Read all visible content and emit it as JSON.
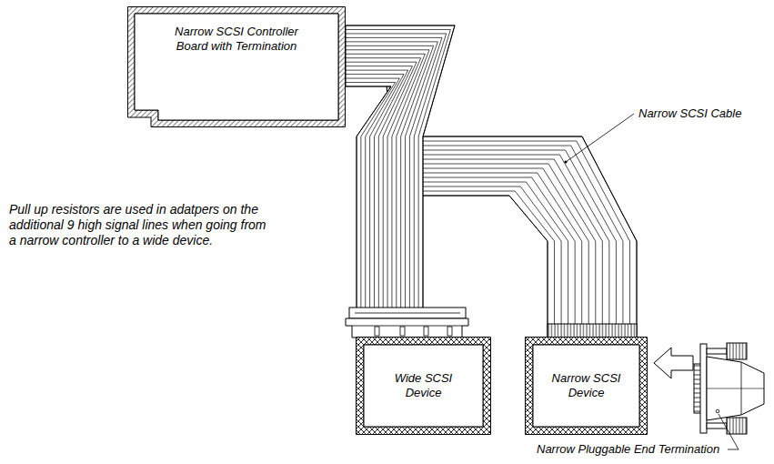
{
  "diagram": {
    "nodes": [
      {
        "text": [
          "Narrow SCSI Controller Board with Termination"
        ]
      },
      {
        "text": [
          "Wide SCSI Device"
        ]
      },
      {
        "text": [
          "Narrow SCSI Device"
        ]
      }
    ],
    "edges": [
      {
        "from": 0,
        "to": 1,
        "arrow": "none"
      },
      {
        "from": 0,
        "to": 2,
        "arrow": "none"
      }
    ],
    "labels": [
      "Narrow SCSI Cable",
      "Pull up resistors are used in adatpers on the additional 9 high signal lines when going from a narrow controller to a wide device.",
      "Narrow Pluggable End Termination"
    ]
  }
}
